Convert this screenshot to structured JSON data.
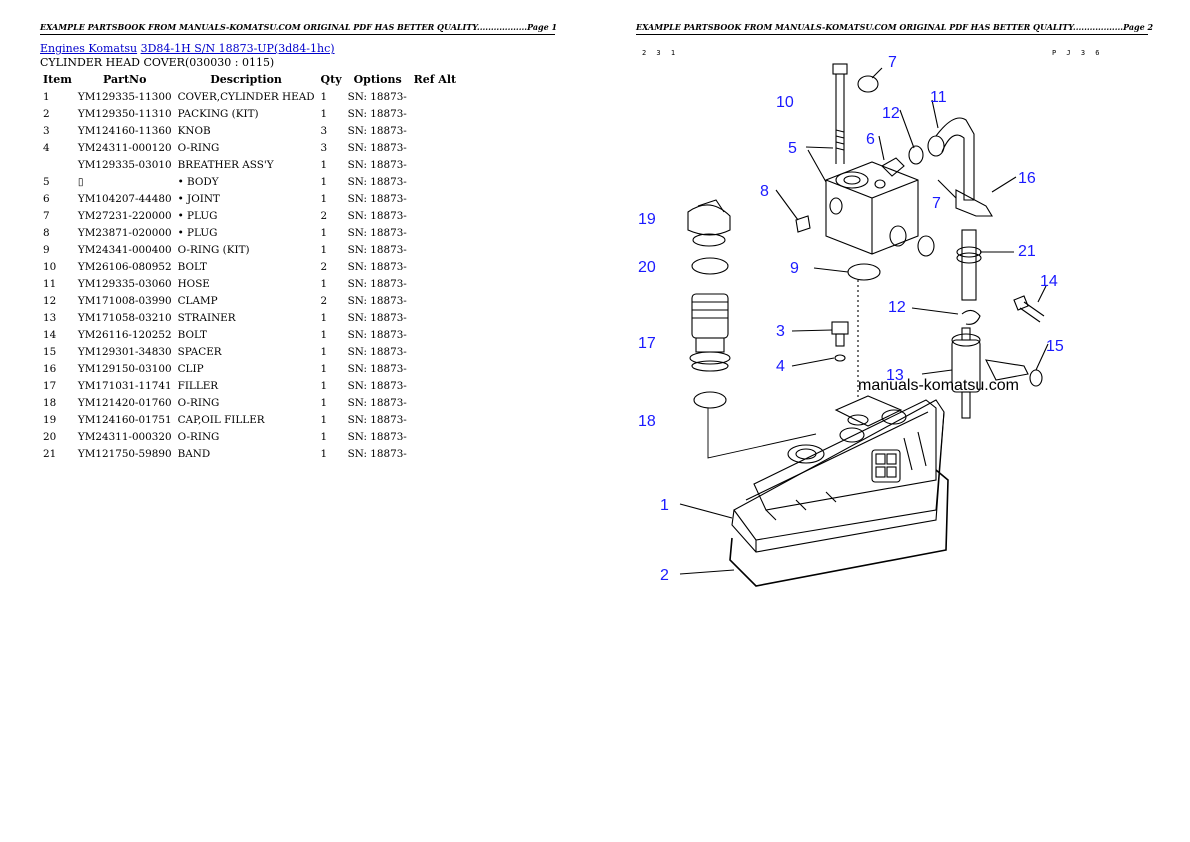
{
  "page1": {
    "header": "EXAMPLE PARTSBOOK FROM MANUALS-KOMATSU.COM ORIGINAL PDF HAS BETTER QUALITY..................Page 1",
    "breadcrumb": {
      "link1": "Engines Komatsu",
      "link2": "3D84-1H S/N 18873-UP(3d84-1hc)"
    },
    "subtitle": "CYLINDER HEAD COVER(030030 : 0115)",
    "columns": [
      "Item",
      "PartNo",
      "Description",
      "Qty",
      "Options",
      "Ref Alt"
    ],
    "rows": [
      {
        "item": "1",
        "part": "YM129335-11300",
        "desc": "COVER,CYLINDER HEAD",
        "qty": "1",
        "opt": "SN: 18873-"
      },
      {
        "item": "2",
        "part": "YM129350-11310",
        "desc": "PACKING (KIT)",
        "qty": "1",
        "opt": "SN: 18873-"
      },
      {
        "item": "3",
        "part": "YM124160-11360",
        "desc": "KNOB",
        "qty": "3",
        "opt": "SN: 18873-"
      },
      {
        "item": "4",
        "part": "YM24311-000120",
        "desc": "O-RING",
        "qty": "3",
        "opt": "SN: 18873-"
      },
      {
        "item": "",
        "part": "YM129335-03010",
        "desc": "BREATHER ASS'Y",
        "qty": "1",
        "opt": "SN: 18873-"
      },
      {
        "item": "5",
        "part": "▯",
        "desc": "• BODY",
        "qty": "1",
        "opt": "SN: 18873-"
      },
      {
        "item": "6",
        "part": "YM104207-44480",
        "desc": "• JOINT",
        "qty": "1",
        "opt": "SN: 18873-"
      },
      {
        "item": "7",
        "part": "YM27231-220000",
        "desc": "• PLUG",
        "qty": "2",
        "opt": "SN: 18873-"
      },
      {
        "item": "8",
        "part": "YM23871-020000",
        "desc": "• PLUG",
        "qty": "1",
        "opt": "SN: 18873-"
      },
      {
        "item": "9",
        "part": "YM24341-000400",
        "desc": "O-RING (KIT)",
        "qty": "1",
        "opt": "SN: 18873-"
      },
      {
        "item": "10",
        "part": "YM26106-080952",
        "desc": "BOLT",
        "qty": "2",
        "opt": "SN: 18873-"
      },
      {
        "item": "11",
        "part": "YM129335-03060",
        "desc": "HOSE",
        "qty": "1",
        "opt": "SN: 18873-"
      },
      {
        "item": "12",
        "part": "YM171008-03990",
        "desc": "CLAMP",
        "qty": "2",
        "opt": "SN: 18873-"
      },
      {
        "item": "13",
        "part": "YM171058-03210",
        "desc": "STRAINER",
        "qty": "1",
        "opt": "SN: 18873-"
      },
      {
        "item": "14",
        "part": "YM26116-120252",
        "desc": "BOLT",
        "qty": "1",
        "opt": "SN: 18873-"
      },
      {
        "item": "15",
        "part": "YM129301-34830",
        "desc": "SPACER",
        "qty": "1",
        "opt": "SN: 18873-"
      },
      {
        "item": "16",
        "part": "YM129150-03100",
        "desc": "CLIP",
        "qty": "1",
        "opt": "SN: 18873-"
      },
      {
        "item": "17",
        "part": "YM171031-11741",
        "desc": "FILLER",
        "qty": "1",
        "opt": "SN: 18873-"
      },
      {
        "item": "18",
        "part": "YM121420-01760",
        "desc": "O-RING",
        "qty": "1",
        "opt": "SN: 18873-"
      },
      {
        "item": "19",
        "part": "YM124160-01751",
        "desc": "CAP,OIL FILLER",
        "qty": "1",
        "opt": "SN: 18873-"
      },
      {
        "item": "20",
        "part": "YM24311-000320",
        "desc": "O-RING",
        "qty": "1",
        "opt": "SN: 18873-"
      },
      {
        "item": "21",
        "part": "YM121750-59890",
        "desc": "BAND",
        "qty": "1",
        "opt": "SN: 18873-"
      }
    ]
  },
  "page2": {
    "header": "EXAMPLE PARTSBOOK FROM MANUALS-KOMATSU.COM ORIGINAL PDF HAS BETTER QUALITY..................Page 2",
    "mark_left": "2 3 1",
    "mark_right": "P J 3 6",
    "watermark": "manuals-komatsu.com",
    "callouts": [
      "1",
      "2",
      "3",
      "4",
      "5",
      "6",
      "7",
      "7",
      "8",
      "9",
      "10",
      "11",
      "12",
      "12",
      "13",
      "14",
      "15",
      "16",
      "17",
      "18",
      "19",
      "20",
      "21"
    ]
  }
}
